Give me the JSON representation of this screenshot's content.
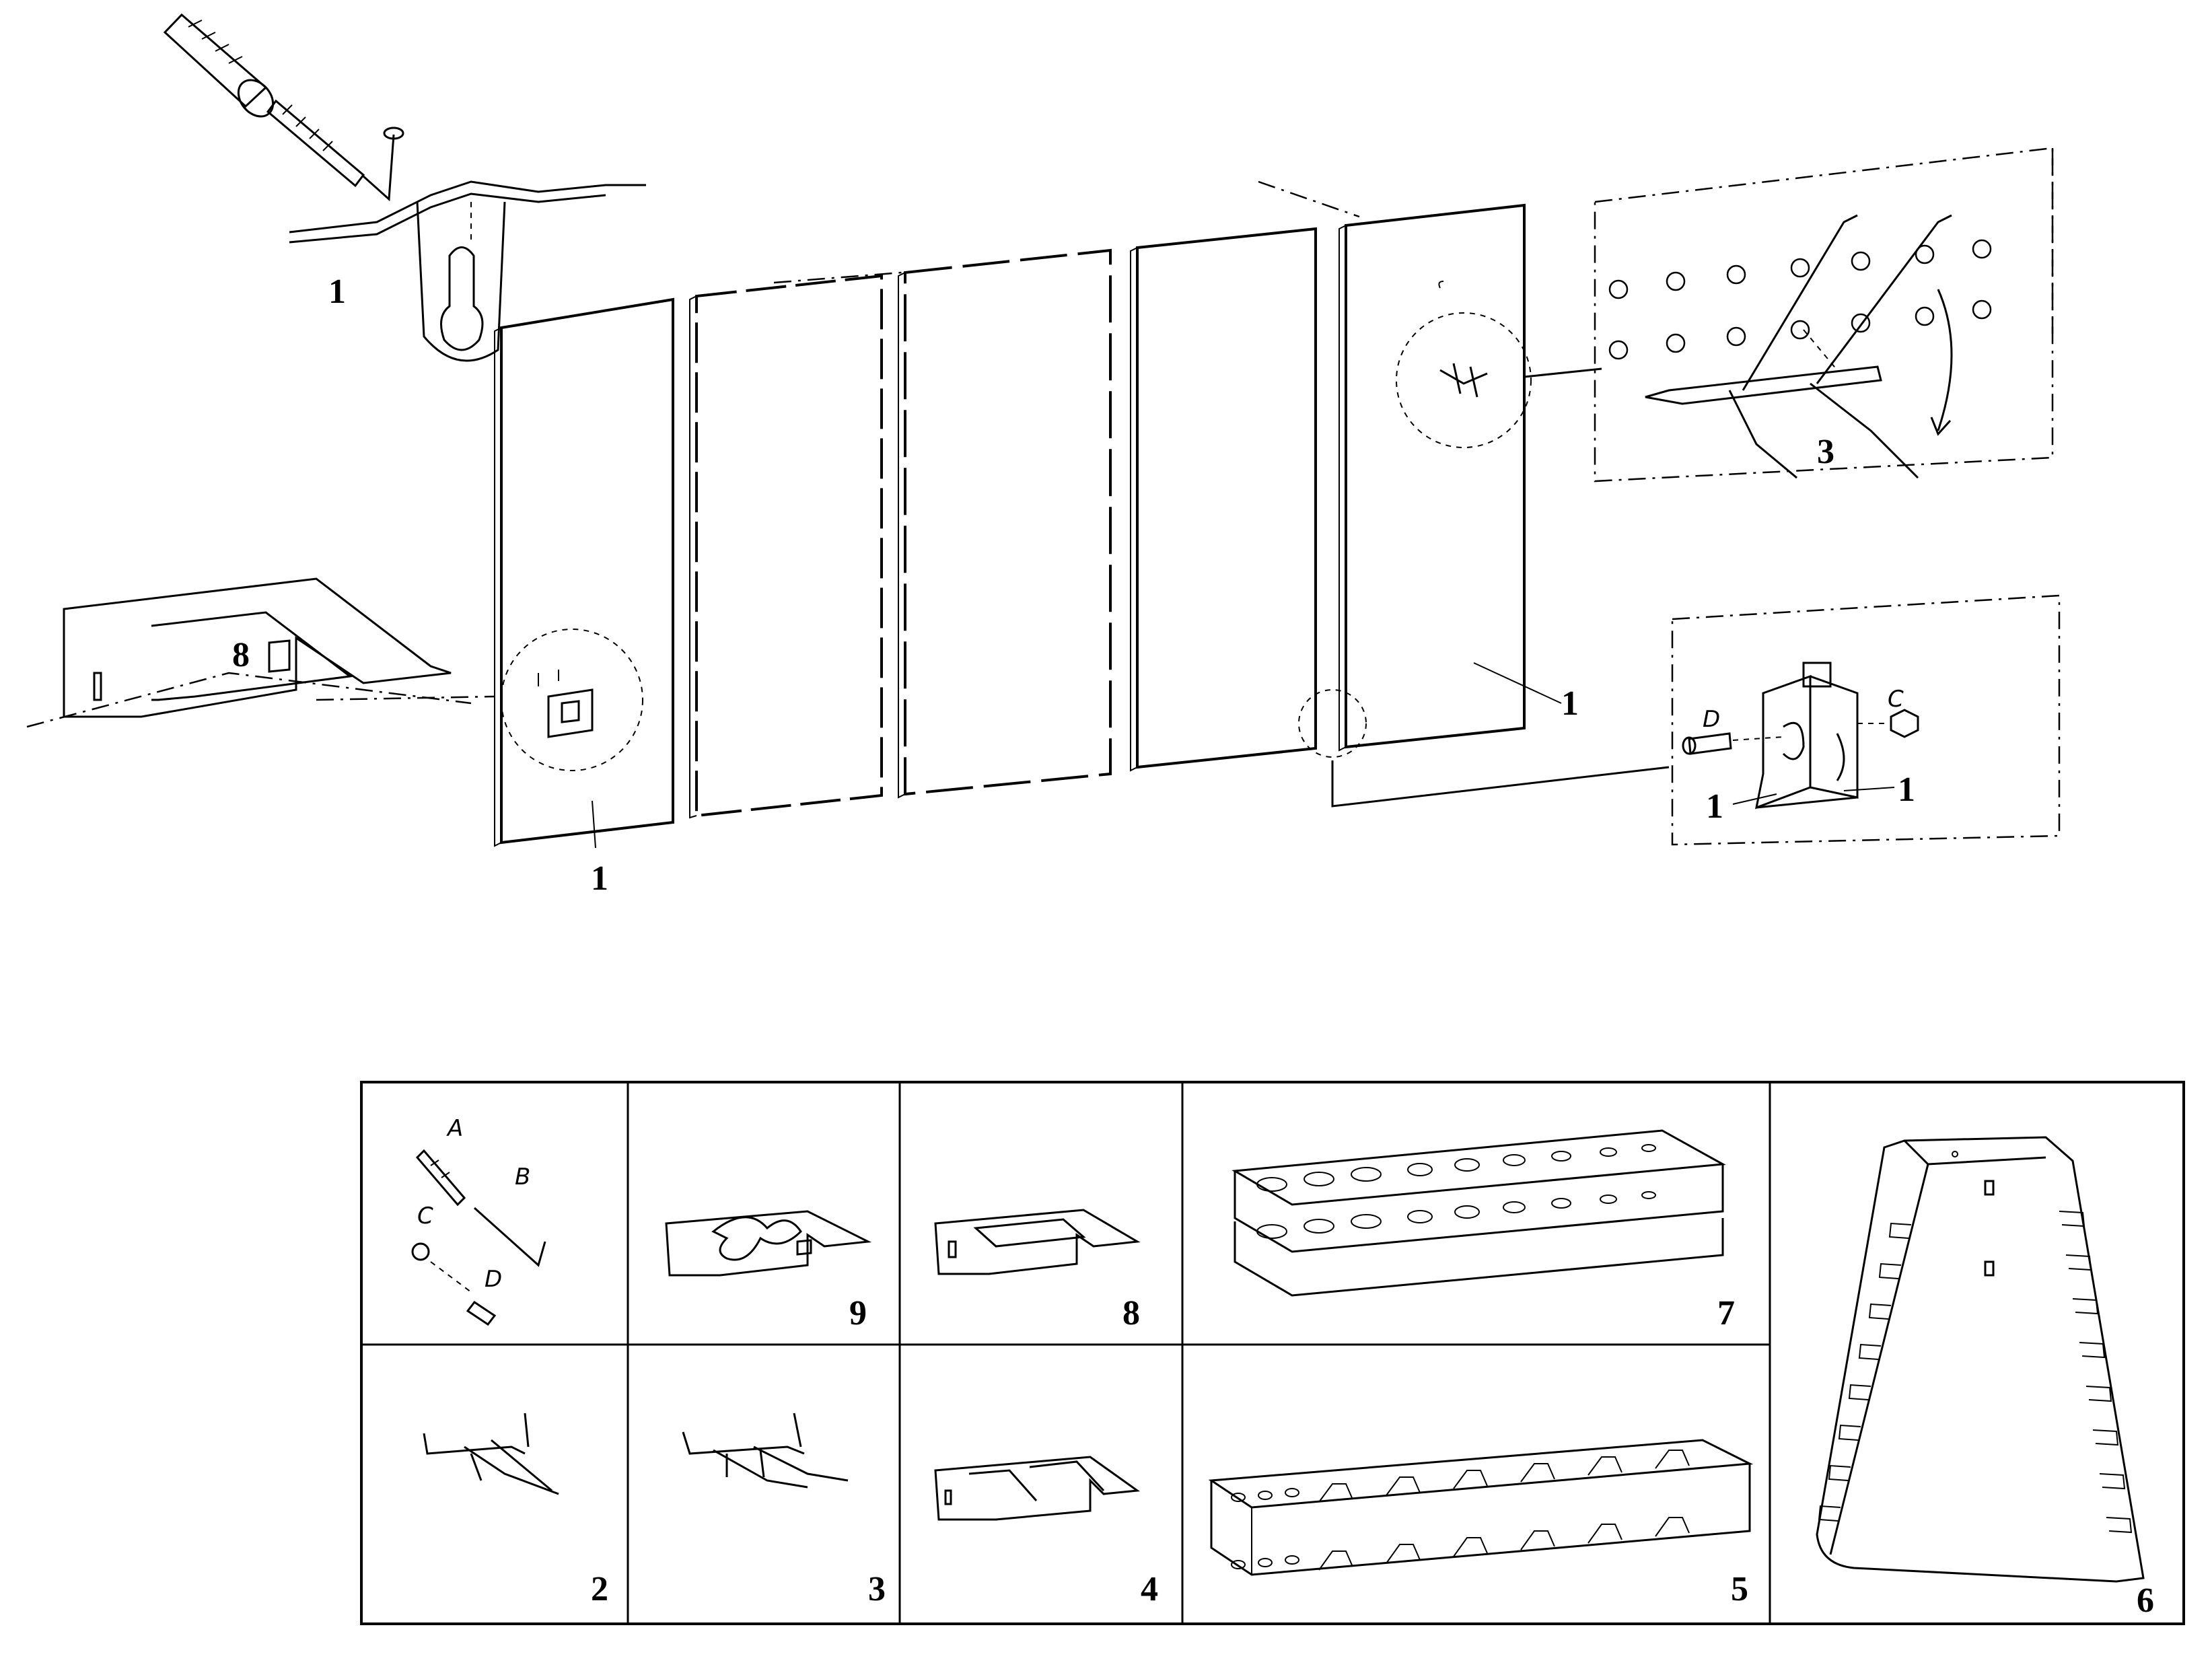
{
  "labels": {
    "top_anchor": "1",
    "panel_left": "1",
    "panel_right": "1",
    "pegboard_hook": "3",
    "bracket_left": "1",
    "bracket_right": "1",
    "holder_left": "8"
  },
  "handwritten": {
    "bolt_d": "D",
    "nut_c": "C",
    "kit_a": "A",
    "kit_b": "B",
    "kit_c": "C",
    "kit_d": "D"
  },
  "parts_grid": {
    "cells": [
      "9",
      "8",
      "7",
      "2",
      "3",
      "4",
      "5",
      "6"
    ]
  }
}
